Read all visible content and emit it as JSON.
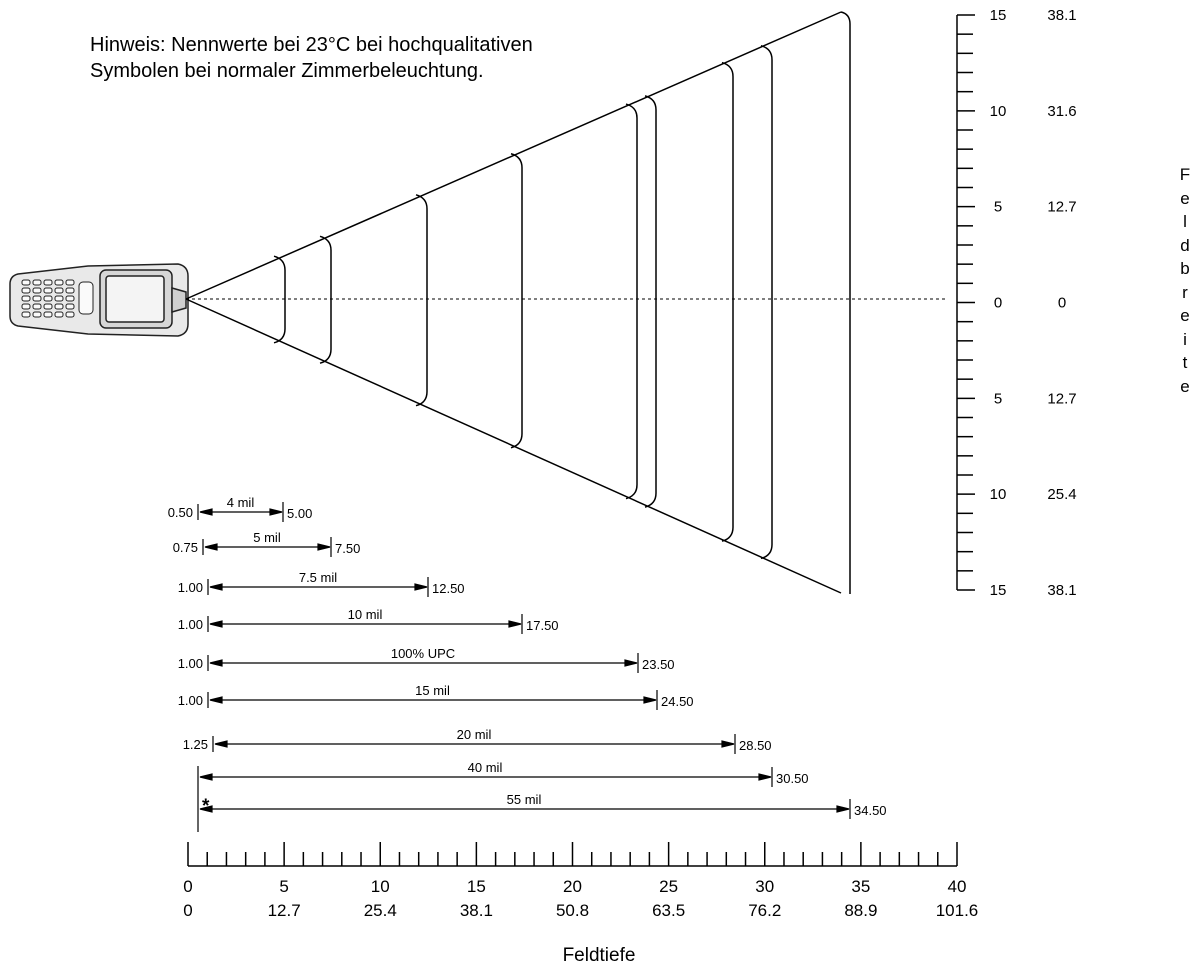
{
  "note": {
    "line1": "Hinweis: Nennwerte bei 23°C bei hochqualitativen",
    "line2": "Symbolen bei normaler Zimmerbeleuchtung."
  },
  "device": {
    "icon": "handheld-scanner-icon"
  },
  "x_axis": {
    "title": "Feldtiefe",
    "inch_labels": [
      "0",
      "5",
      "10",
      "15",
      "20",
      "25",
      "30",
      "35",
      "40"
    ],
    "cm_labels": [
      "0",
      "12.7",
      "25.4",
      "38.1",
      "50.8",
      "63.5",
      "76.2",
      "88.9",
      "101.6"
    ]
  },
  "y_axis": {
    "title_letters": [
      "F",
      "e",
      "l",
      "d",
      "b",
      "r",
      "e",
      "i",
      "t",
      "e"
    ],
    "rows": [
      {
        "inch": "15",
        "cm": "38.1"
      },
      {
        "inch": "10",
        "cm": "31.6"
      },
      {
        "inch": "5",
        "cm": "12.7"
      },
      {
        "inch": "0",
        "cm": "0"
      },
      {
        "inch": "5",
        "cm": "12.7"
      },
      {
        "inch": "10",
        "cm": "25.4"
      },
      {
        "inch": "15",
        "cm": "38.1"
      }
    ]
  },
  "ranges": [
    {
      "label": "4 mil",
      "near": "0.50",
      "far": "5.00"
    },
    {
      "label": "5 mil",
      "near": "0.75",
      "far": "7.50"
    },
    {
      "label": "7.5 mil",
      "near": "1.00",
      "far": "12.50"
    },
    {
      "label": "10 mil",
      "near": "1.00",
      "far": "17.50"
    },
    {
      "label": "100% UPC",
      "near": "1.00",
      "far": "23.50"
    },
    {
      "label": "15 mil",
      "near": "1.00",
      "far": "24.50"
    },
    {
      "label": "20 mil",
      "near": "1.25",
      "far": "28.50"
    },
    {
      "label": "40 mil",
      "near": "",
      "far": "30.50"
    },
    {
      "label": "55 mil",
      "near": "*",
      "far": "34.50"
    }
  ]
}
